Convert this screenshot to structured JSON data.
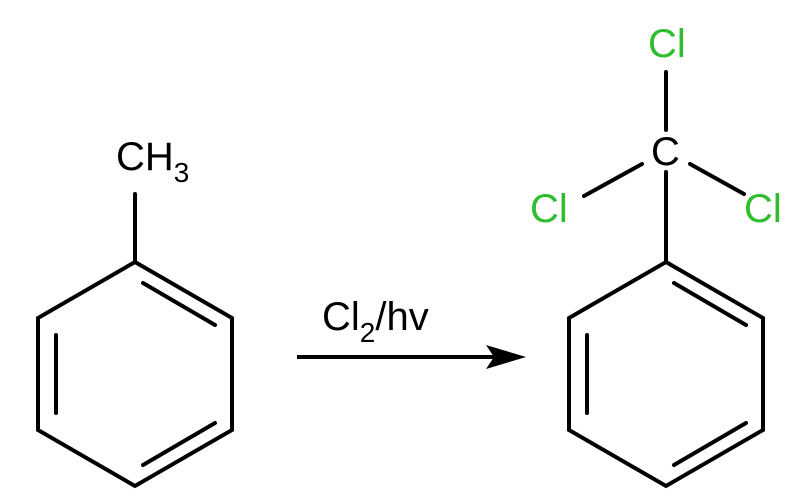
{
  "reaction": {
    "reactant": {
      "substituent": {
        "main": "CH",
        "subscript": "3"
      }
    },
    "conditions": {
      "prefix": "Cl",
      "subscript": "2",
      "suffix": "/hv"
    },
    "product": {
      "central_atom": "C",
      "substituents": [
        "Cl",
        "Cl",
        "Cl"
      ]
    }
  },
  "colors": {
    "bond": "#000000",
    "text": "#000000",
    "chlorine": "#2fbe2f"
  }
}
